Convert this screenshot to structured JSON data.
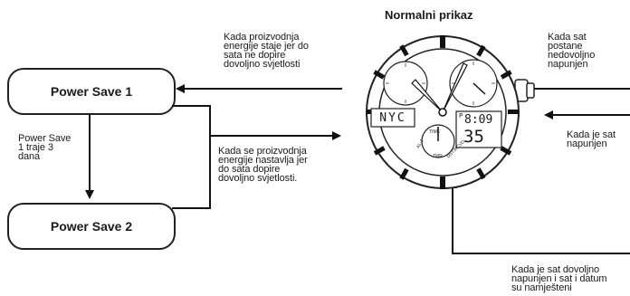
{
  "title": "Normalni prikaz",
  "boxes": {
    "ps1": "Power Save 1",
    "ps2": "Power Save 2"
  },
  "labels": {
    "stops": "Kada proizvodnja\nenergije staje jer do\nsata ne dopire\ndovoljno svjetlosti",
    "ps_days": "Power Save\n1 traje 3\ndana",
    "resumes": "Kada se proizvodnja\nenergije nastavlja jer\ndo sata dopire\ndovoljno svjetlosti.",
    "undercharged": "Kada sat\npostane\nnedovoljno\nnapunjen",
    "charged": "Kada je sat\nnapunjen",
    "set": "Kada je sat dovoljno\nnapunjen i sat i datum\nsu namješteni"
  },
  "watch": {
    "city": "NYC",
    "time": "8:09",
    "seconds": "35",
    "ampm": "P",
    "dial_labels": [
      "TIME",
      "AL-1",
      "TMR",
      "DST/RCVD"
    ]
  }
}
